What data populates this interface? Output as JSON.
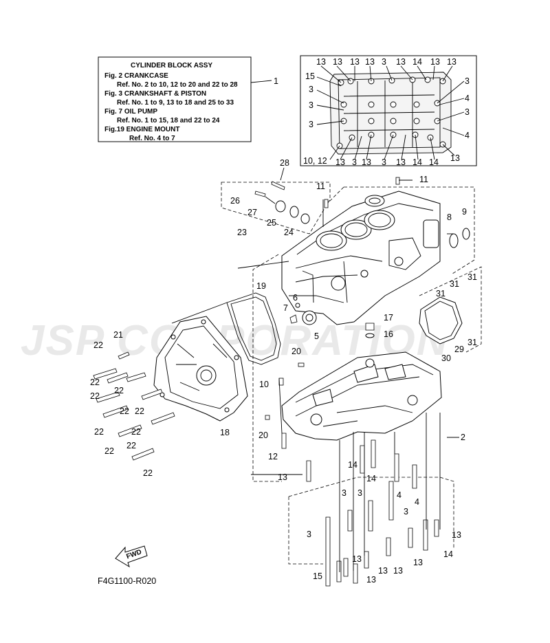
{
  "watermark": "JSP CORPORATION",
  "info_box": {
    "title": "CYLINDER BLOCK ASSY",
    "lines": [
      "Fig.  2 CRANKCASE",
      "Ref. No. 2 to 10, 12 to 20 and 22 to 28",
      "Fig.  3 CRANKSHAFT & PISTON",
      "Ref. No. 1 to 9, 13 to 18 and 25 to 33",
      "Fig. 7 OIL PUMP",
      "Ref. No. 1 to 15, 18 and 22 to 24",
      "Fig.19 ENGINE MOUNT",
      "Ref. No. 4 to 7"
    ],
    "ref": "1"
  },
  "inset_labels": {
    "top": [
      "13",
      "13",
      "13",
      "13",
      "3",
      "13",
      "14",
      "13"
    ],
    "left": [
      "15",
      "3",
      "3",
      "3"
    ],
    "right": [
      "3",
      "4",
      "3",
      "4"
    ],
    "bottom": [
      "10, 12",
      "13",
      "3",
      "13",
      "3",
      "13",
      "14",
      "14",
      "13"
    ]
  },
  "callouts": {
    "c2": "2",
    "c3a": "3",
    "c3b": "3",
    "c3c": "3",
    "c3d": "3",
    "c4a": "4",
    "c4b": "4",
    "c5": "5",
    "c6": "6",
    "c7": "7",
    "c8": "8",
    "c9": "9",
    "c10": "10",
    "c11a": "11",
    "c11b": "11",
    "c12": "12",
    "c13a": "13",
    "c13b": "13",
    "c13c": "13",
    "c13d": "13",
    "c13e": "13",
    "c13f": "13",
    "c13g": "13",
    "c14a": "14",
    "c14b": "14",
    "c14c": "14",
    "c15": "15",
    "c16": "16",
    "c17": "17",
    "c18": "18",
    "c19": "19",
    "c20a": "20",
    "c20b": "20",
    "c21": "21",
    "c22a": "22",
    "c22b": "22",
    "c22c": "22",
    "c22d": "22",
    "c22e": "22",
    "c22f": "22",
    "c22g": "22",
    "c22h": "22",
    "c22i": "22",
    "c22j": "22",
    "c23": "23",
    "c24": "24",
    "c25": "25",
    "c26": "26",
    "c27": "27",
    "c28": "28",
    "c29": "29",
    "c30": "30",
    "c31a": "31",
    "c31b": "31",
    "c31c": "31",
    "c31d": "31"
  },
  "fwd_label": "FWD",
  "figure_code": "F4G1100-R020"
}
